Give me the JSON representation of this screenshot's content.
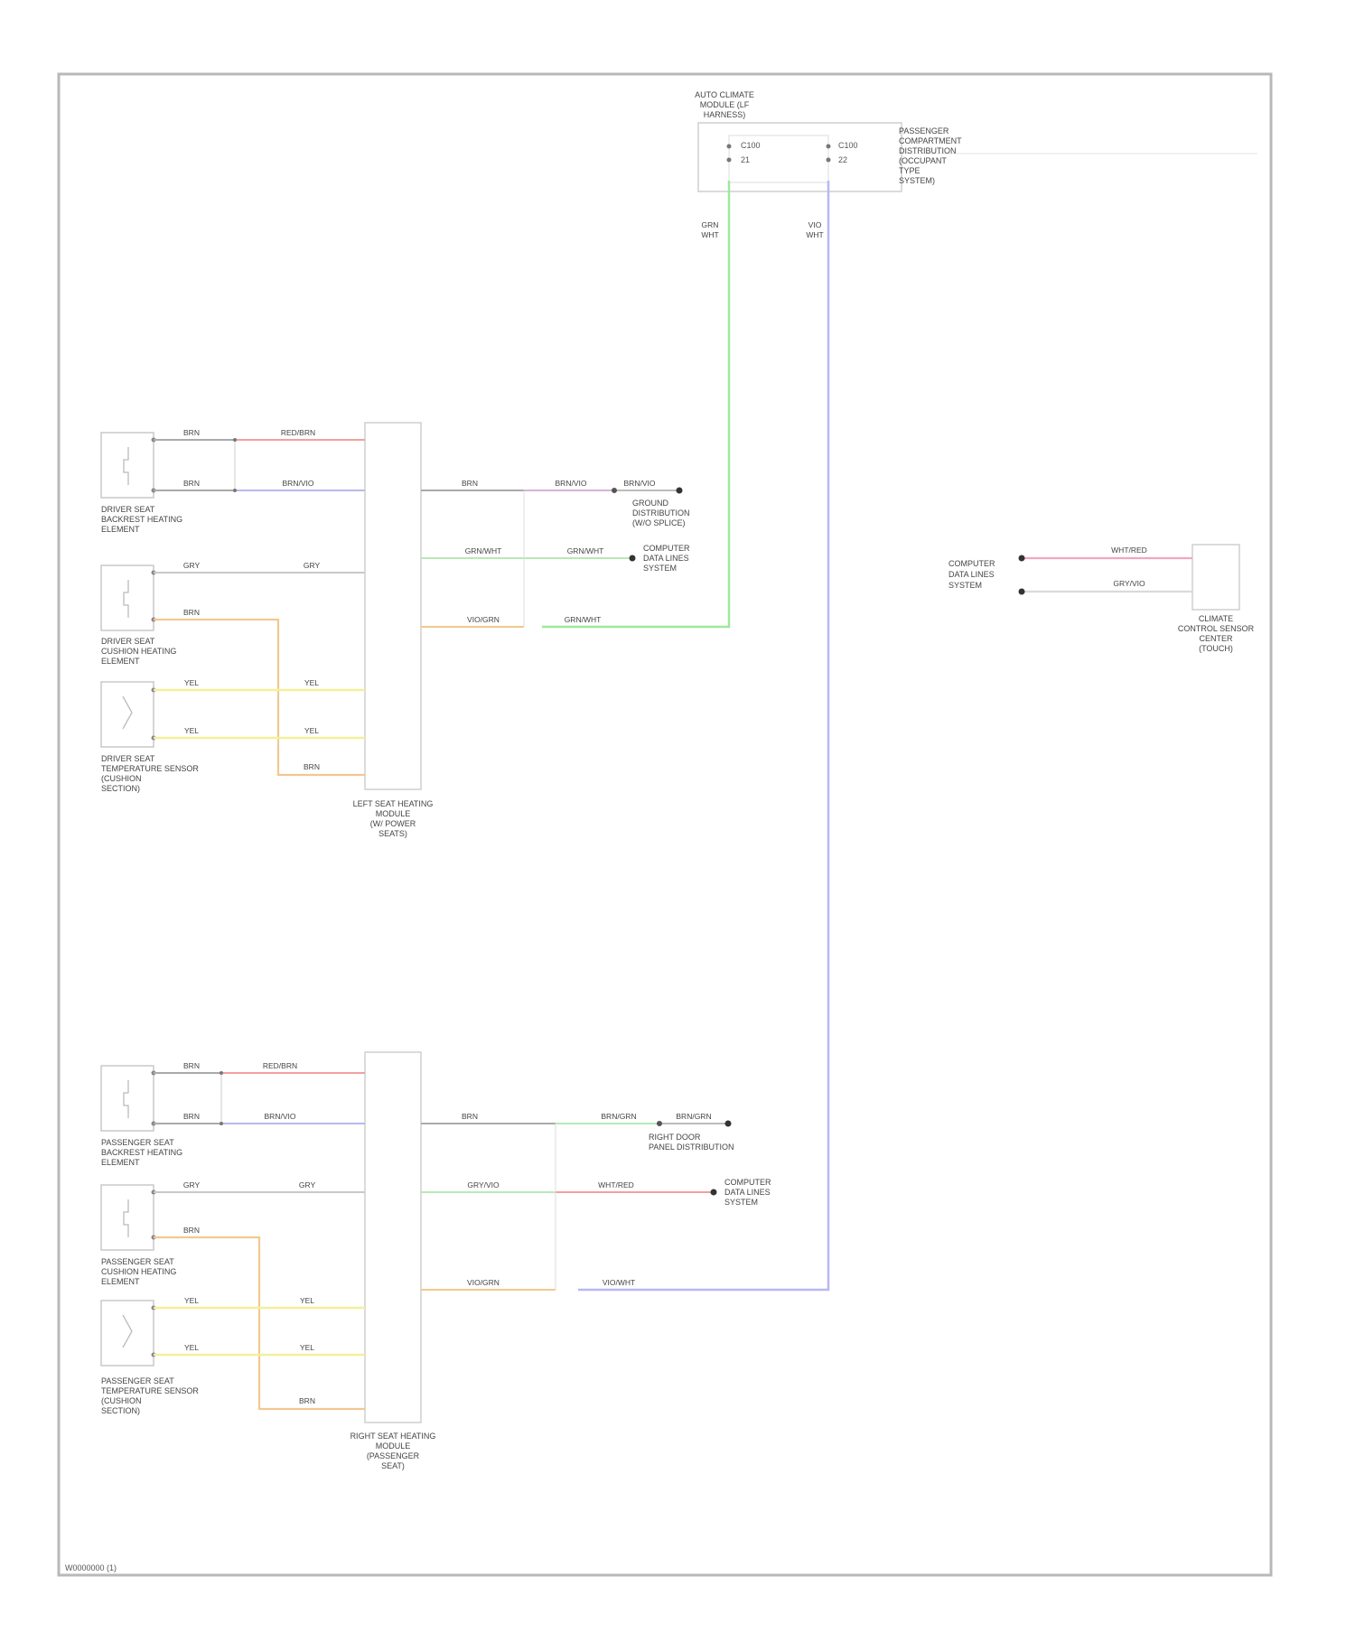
{
  "diagram": {
    "components": {
      "passenger_dist": {
        "name": [
          "PASSENGER",
          "COMPARTMENT",
          "DISTRIBUTION",
          "(OCCUPANT",
          "TYPE",
          "SYSTEM)"
        ]
      },
      "left_seat_module": {
        "name": [
          "LEFT SEAT HEATING",
          "MODULE",
          "(W/ POWER",
          "SEATS)"
        ]
      },
      "right_seat_module": {
        "name": [
          "RIGHT SEAT HEATING",
          "MODULE",
          "(PASSENGER",
          "SEAT)"
        ]
      },
      "d_back_elem": {
        "name": [
          "DRIVER SEAT",
          "BACKREST HEATING",
          "ELEMENT"
        ]
      },
      "d_cush_elem": {
        "name": [
          "DRIVER SEAT",
          "CUSHION HEATING",
          "ELEMENT"
        ]
      },
      "d_sensor": {
        "name": [
          "DRIVER SEAT",
          "TEMPERATURE SENSOR",
          "(CUSHION",
          "SECTION)"
        ]
      },
      "p_back_elem": {
        "name": [
          "PASSENGER SEAT",
          "BACKREST HEATING",
          "ELEMENT"
        ]
      },
      "p_cush_elem": {
        "name": [
          "PASSENGER SEAT",
          "CUSHION HEATING",
          "ELEMENT"
        ]
      },
      "p_sensor": {
        "name": [
          "PASSENGER SEAT",
          "TEMPERATURE SENSOR",
          "(CUSHION",
          "SECTION)"
        ]
      },
      "climate_ctrl": {
        "name": [
          "CLIMATE",
          "CONTROL SENSOR",
          "CENTER",
          "(TOUCH)"
        ]
      }
    },
    "references": {
      "top_splice": [
        "AUTO CLIMATE",
        "MODULE (LF",
        "HARNESS)"
      ],
      "l_ref1": [
        "GROUND",
        "DISTRIBUTION",
        "(W/O SPLICE)"
      ],
      "l_ref2": [
        "COMPUTER",
        "DATA LINES",
        "SYSTEM"
      ],
      "r_ref1": [
        "RIGHT DOOR",
        "PANEL DISTRIBUTION"
      ],
      "r_ref2": [
        "COMPUTER",
        "DATA LINES",
        "SYSTEM"
      ],
      "climate_left": [
        "COMPUTER",
        "DATA LINES",
        "SYSTEM"
      ]
    },
    "wire_labels": {
      "top_left": [
        "GRN",
        "WHT"
      ],
      "top_right": [
        "VIO",
        "WHT"
      ],
      "l1_a": "BRN",
      "l1_b": "RED/BRN",
      "l1_c": "BRN",
      "l1_d": "BRN/VIO",
      "l2_a": "GRY",
      "l2_b": "GRY",
      "l2_c": "BRN",
      "l3_a": "YEL",
      "l3_b": "YEL",
      "l3_c": "YEL",
      "l3_d": "YEL",
      "l3_e": "BRN",
      "lm_a": "BRN",
      "lm_b": "BRN/VIO",
      "lm_c": "BRN/VIO",
      "lm_d": "GRN/WHT",
      "lm_e": "GRN/WHT",
      "lm_f": "VIO/GRN",
      "lm_g": "GRN/WHT",
      "r1_a": "BRN",
      "r1_b": "RED/BRN",
      "r1_c": "BRN",
      "r1_d": "BRN/VIO",
      "r2_a": "GRY",
      "r2_b": "GRY",
      "r2_c": "BRN",
      "r3_a": "YEL",
      "r3_b": "YEL",
      "r3_c": "YEL",
      "r3_d": "YEL",
      "r3_e": "BRN",
      "rm_a": "BRN",
      "rm_b": "BRN/GRN",
      "rm_c": "BRN/GRN",
      "rm_d": "GRY/VIO",
      "rm_e": "WHT/RED",
      "rm_f": "VIO/GRN",
      "rm_g": "VIO/WHT",
      "cl_a": "WHT/RED",
      "cl_b": "GRY/VIO"
    },
    "footer_code": "W0000000 (1)"
  }
}
